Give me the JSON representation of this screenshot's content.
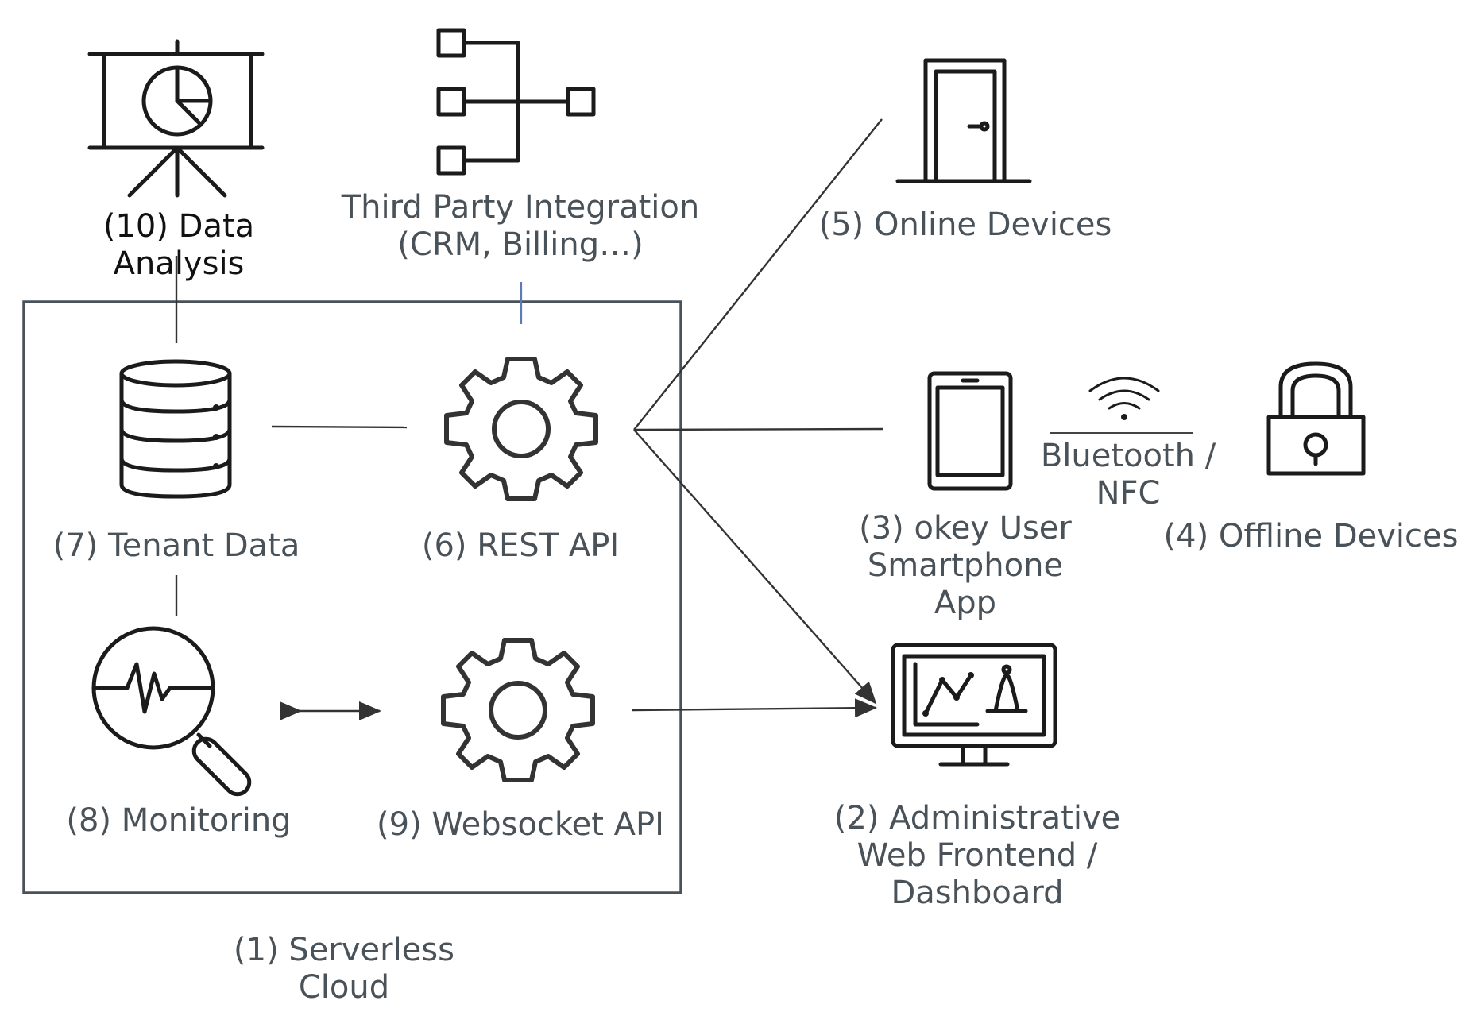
{
  "nodes": {
    "data_analysis": "(10) Data Analysis",
    "third_party": "Third Party Integration\n(CRM, Billing…)",
    "online_devices": "(5) Online Devices",
    "tenant_data": "(7) Tenant Data",
    "rest_api": "(6) REST API",
    "monitoring": "(8) Monitoring",
    "websocket_api": "(9) Websocket API",
    "user_app": "(3) okey User\nSmartphone\nApp",
    "offline_devices": "(4) Offline Devices",
    "admin_frontend": "(2) Administrative\nWeb Frontend /\nDashboard",
    "serverless_cloud": "(1) Serverless\nCloud"
  },
  "edge_labels": {
    "bluetooth_nfc": "Bluetooth /\nNFC"
  },
  "icons": {
    "data_analysis": "presentation-pie-chart-icon",
    "third_party": "hierarchy-tree-icon",
    "online_devices": "door-icon",
    "tenant_data": "database-icon",
    "rest_api": "gear-icon",
    "monitoring": "magnifier-pulse-icon",
    "websocket_api": "gear-icon",
    "user_app": "smartphone-icon",
    "offline_devices": "padlock-icon",
    "admin_frontend": "monitor-dashboard-icon",
    "bluetooth_nfc": "wireless-signal-icon"
  },
  "colors": {
    "label_text": "#4a5259",
    "title_text": "#111111",
    "lines": "#333333",
    "third_party_link": "#5a7ab8"
  }
}
